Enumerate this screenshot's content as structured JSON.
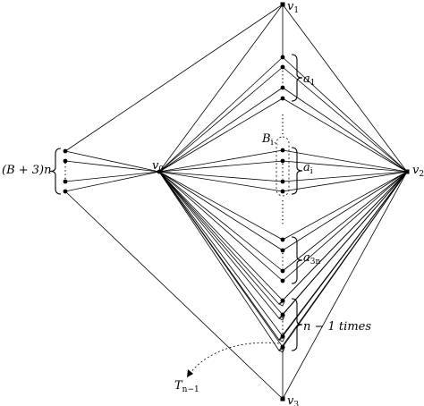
{
  "labels": {
    "v1": "v",
    "v1_sub": "1",
    "v2": "v",
    "v2_sub": "2",
    "v3": "v",
    "v3_sub": "3",
    "v0": "v",
    "v0_sub": "0",
    "left_group": "(B + 3)n",
    "a1": "a",
    "a1_sub": "1",
    "ai": "a",
    "ai_sub": "i",
    "a3n": "a",
    "a3n_sub": "3n",
    "Bi": "B",
    "Bi_sub": "i",
    "n_minus_1": "n − 1 times",
    "T": "T",
    "T_sub": "n−1"
  }
}
